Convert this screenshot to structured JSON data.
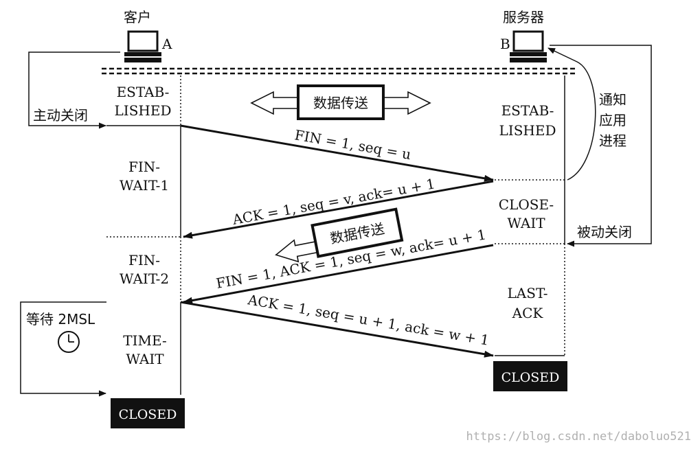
{
  "client": {
    "label": "客户",
    "host_letter": "A"
  },
  "server": {
    "label": "服务器",
    "host_letter": "B"
  },
  "client_side": {
    "active_close": "主动关闭",
    "states": {
      "established": [
        "ESTAB-",
        "LISHED"
      ],
      "fin_wait_1": [
        "FIN-",
        "WAIT-1"
      ],
      "fin_wait_2": [
        "FIN-",
        "WAIT-2"
      ],
      "time_wait": [
        "TIME-",
        "WAIT"
      ],
      "closed": "CLOSED"
    },
    "wait_2msl": "等待 2MSL"
  },
  "server_side": {
    "notify_app": [
      "通知",
      "应用",
      "进程"
    ],
    "passive_close": "被动关闭",
    "states": {
      "established": [
        "ESTAB-",
        "LISHED"
      ],
      "close_wait": [
        "CLOSE-",
        "WAIT"
      ],
      "last_ack": [
        "LAST-",
        "ACK"
      ],
      "closed": "CLOSED"
    }
  },
  "data_transfer_top": "数据传送",
  "data_transfer_mid": "数据传送",
  "messages": {
    "fin1": "FIN = 1, seq = u",
    "ack1": "ACK = 1, seq = v, ack= u + 1",
    "fin2": "FIN = 1, ACK = 1, seq = w, ack= u + 1",
    "ack2": "ACK = 1, seq = u + 1, ack = w + 1"
  },
  "watermark": "https://blog.csdn.net/daboluo521",
  "icons": [
    "computer-icon-client",
    "computer-icon-server",
    "clock-icon"
  ],
  "colors": {
    "ink": "#111111",
    "closed_bg": "#111111",
    "closed_text": "#ffffff",
    "watermark": "#b0b0b0"
  }
}
